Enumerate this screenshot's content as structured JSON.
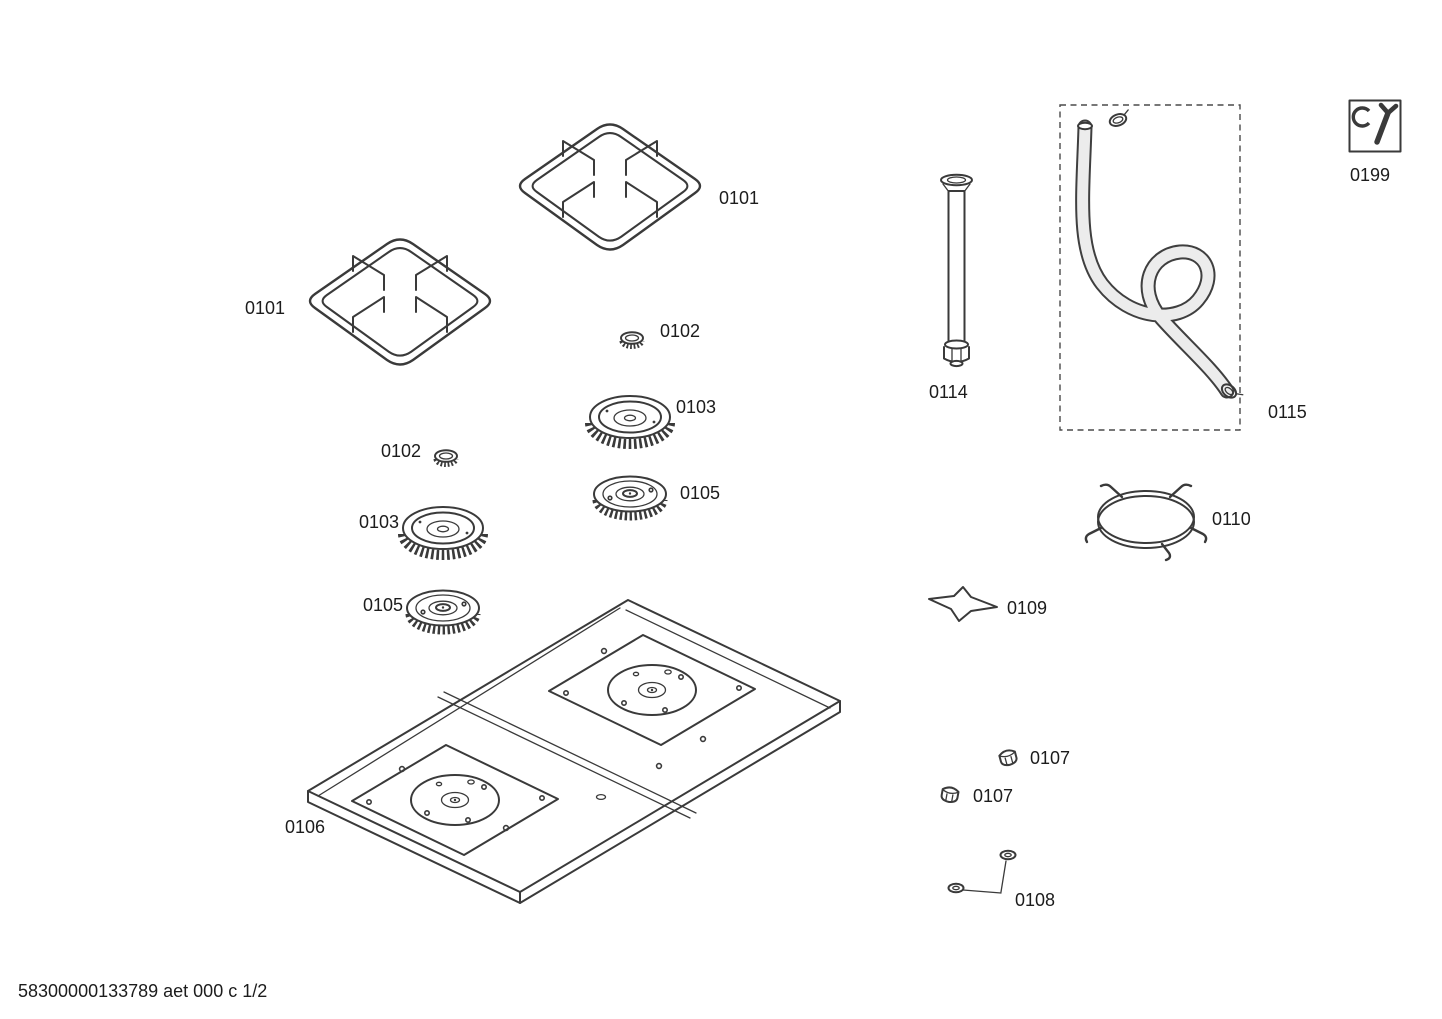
{
  "page": {
    "background": "#ffffff",
    "line_color": "#3a3a3a",
    "hose_fill": "#ececec",
    "braid_color": "#9a9a9a"
  },
  "footer": {
    "document_code": "58300000133789 aet 000 c 1/2"
  },
  "callouts": {
    "pan_support_upper": "0101",
    "pan_support_lower": "0101",
    "burner_cap_right": "0102",
    "burner_cap_left": "0102",
    "burner_ring_right": "0103",
    "burner_ring_left": "0103",
    "burner_base_right": "0105",
    "burner_base_left": "0105",
    "cooktop_panel": "0106",
    "knob_upper": "0107",
    "knob_lower": "0107",
    "washer_set": "0108",
    "cross_pan_support": "0109",
    "wok_ring": "0110",
    "inlet_pipe": "0114",
    "gas_hose": "0115",
    "installation_kit": "0199"
  }
}
